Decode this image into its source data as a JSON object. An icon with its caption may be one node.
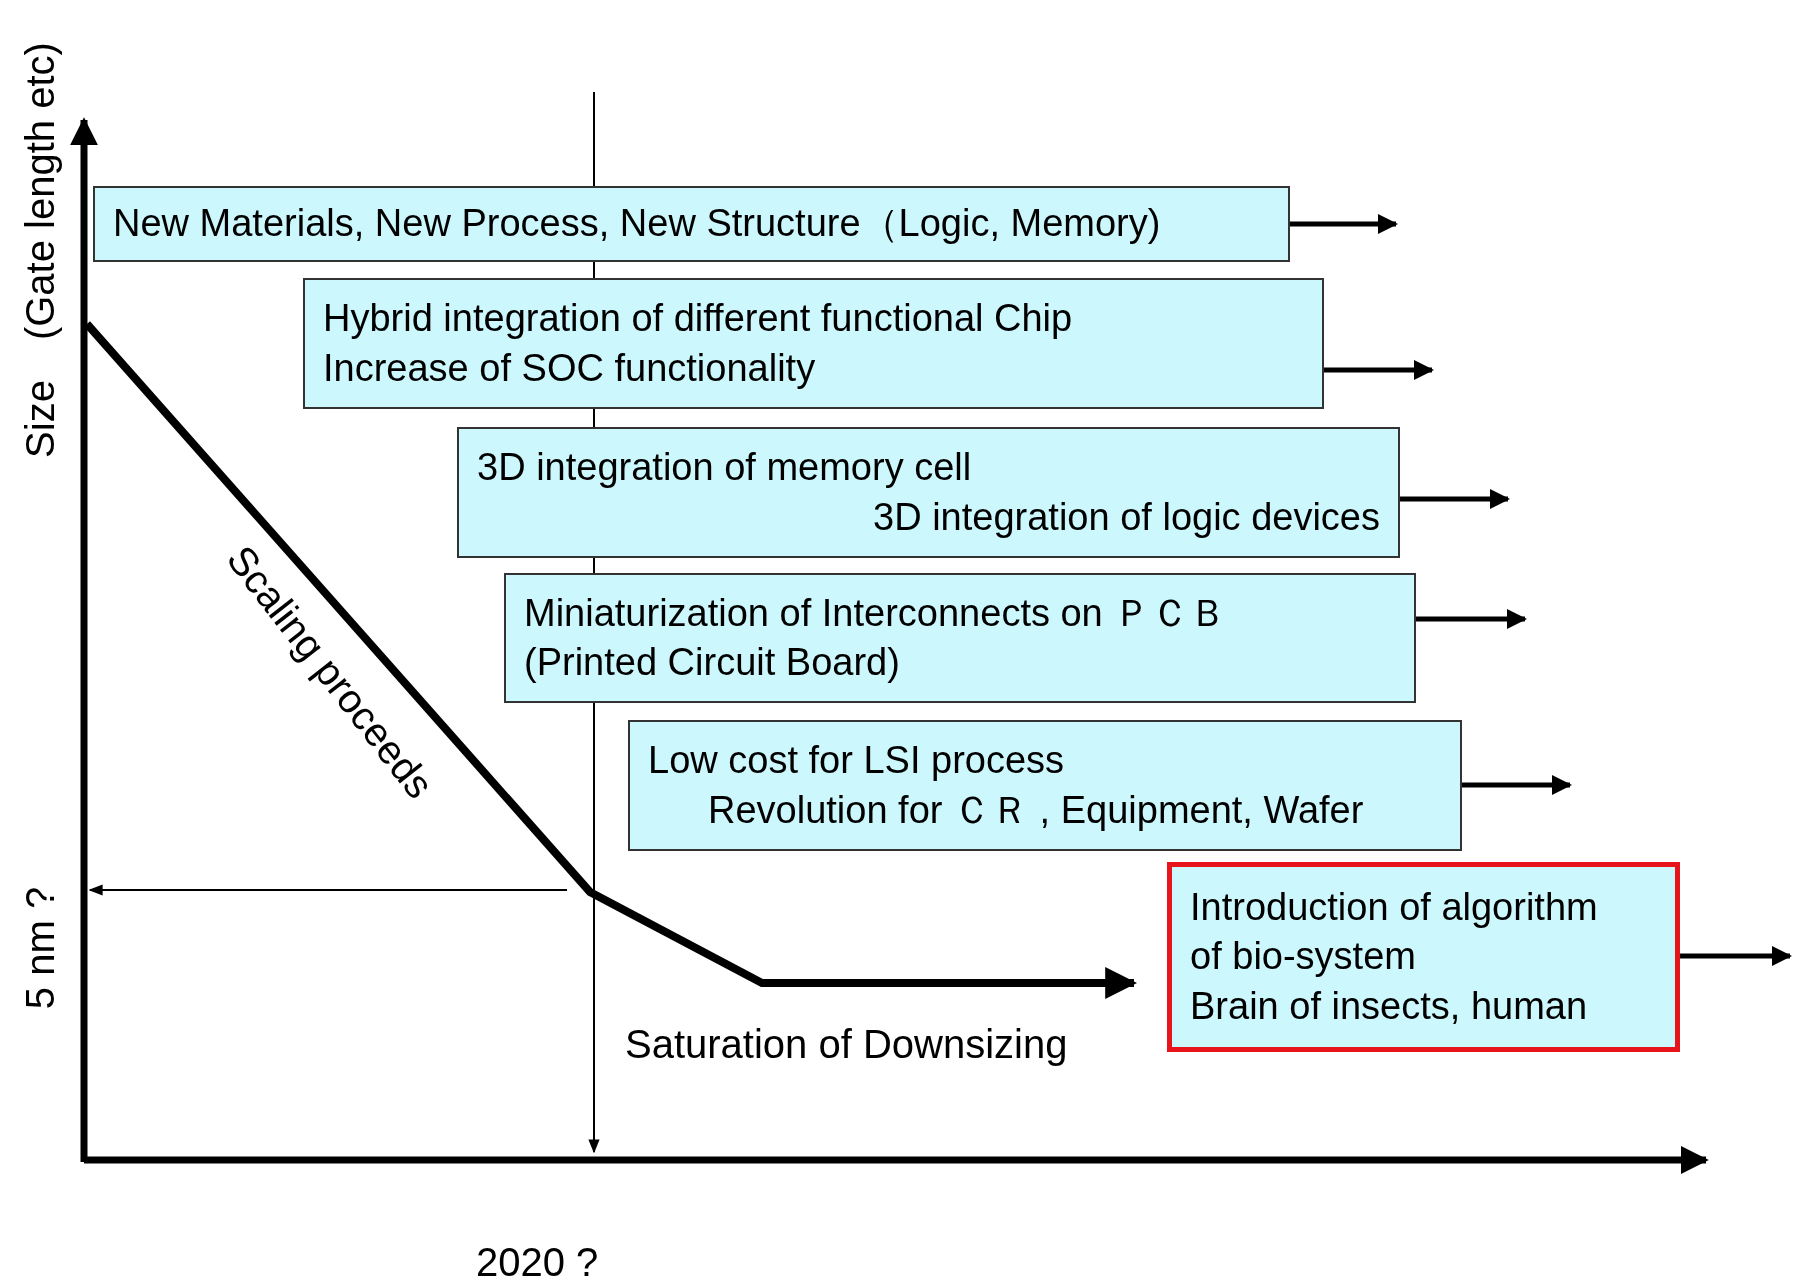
{
  "diagram": {
    "nodes": [
      {
        "text": [
          "New Materials, New Process, New Structure（Logic, Memory)"
        ]
      },
      {
        "text": [
          "Hybrid integration of different functional Chip",
          "Increase of SOC functionality"
        ]
      },
      {
        "text": [
          "3D integration of memory cell",
          "3D integration of logic devices"
        ]
      },
      {
        "text": [
          "Miniaturization of Interconnects on ＰＣＢ (Printed Circuit Board)"
        ]
      },
      {
        "text": [
          "Low cost for LSI process",
          "Revolution for ＣＲ , Equipment, Wafer"
        ]
      },
      {
        "text": [
          "Introduction of algorithm of bio-system",
          "Brain of insects, human"
        ]
      }
    ],
    "edges": [
      {
        "from": 0,
        "to": null,
        "arrow": "to"
      },
      {
        "from": 1,
        "to": null,
        "arrow": "to"
      },
      {
        "from": 2,
        "to": null,
        "arrow": "to"
      },
      {
        "from": 3,
        "to": null,
        "arrow": "to"
      },
      {
        "from": 4,
        "to": null,
        "arrow": "to"
      },
      {
        "from": 5,
        "to": null,
        "arrow": "to"
      }
    ],
    "labels": [
      "Size　(Gate length etc)",
      "5 nm ?",
      "Scaling proceeds",
      "Saturation of Downsizing",
      "2020 ?"
    ]
  }
}
